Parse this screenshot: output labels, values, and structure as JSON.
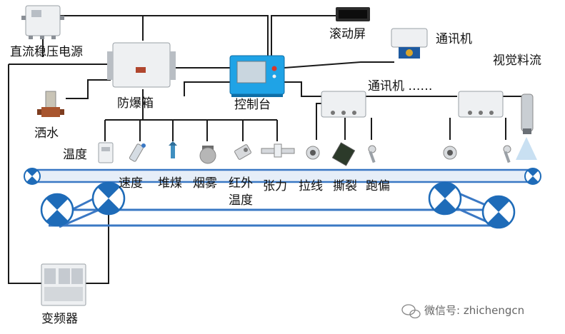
{
  "labels": {
    "power_supply": "直流稳压电源",
    "explosion_box": "防爆箱",
    "console": "控制台",
    "scroll_screen": "滚动屏",
    "comm_top": "通讯机",
    "flow_vision": "视觉料流",
    "comm_mid": "通讯机 ‥‥‥",
    "sprinkler": "洒水",
    "temperature": "温度",
    "speed": "速度",
    "coal_pile": "堆煤",
    "smoke": "烟雾",
    "infrared_temp_line1": "红外",
    "infrared_temp_line2": "温度",
    "tension": "张力",
    "pull_wire": "拉线",
    "tear": "撕裂",
    "deviation": "跑偏",
    "vfd": "变频器"
  },
  "watermark": {
    "text": "微信号: zhichengcn"
  },
  "colors": {
    "belt_blue": "#3a78c4",
    "roller_blue": "#1e6bb8",
    "wire": "#1a1a1a",
    "console_blue": "#1fa3e6"
  }
}
